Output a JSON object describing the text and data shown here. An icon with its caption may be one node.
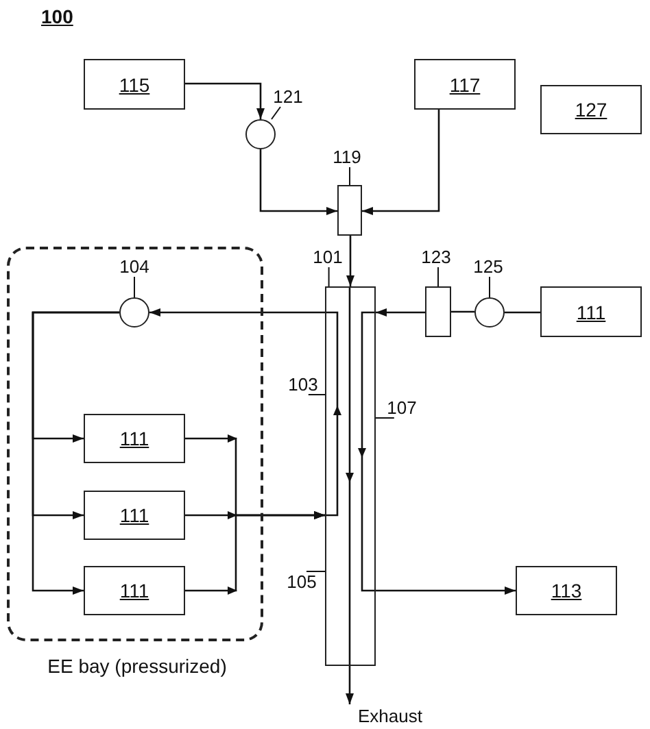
{
  "diagram": {
    "nodes": [
      {
        "text": [
          "115"
        ]
      },
      {
        "text": [
          "117"
        ]
      },
      {
        "text": [
          "127"
        ]
      },
      {
        "text": [
          "121"
        ]
      },
      {
        "text": [],
        "shape": "circle"
      },
      {
        "text": [
          "119"
        ]
      },
      {
        "text": [],
        "shape": "box"
      },
      {
        "text": [
          "101"
        ]
      },
      {
        "text": [
          "123"
        ]
      },
      {
        "text": [
          "125"
        ]
      },
      {
        "text": [],
        "shape": "box"
      },
      {
        "text": [],
        "shape": "box"
      },
      {
        "text": [],
        "shape": "circle"
      },
      {
        "text": [
          "111"
        ]
      },
      {
        "text": [],
        "shape": "box",
        "beside": [
          "EE bay (pressurized)"
        ]
      },
      {
        "text": [
          "104"
        ],
        "in": 14
      },
      {
        "text": [],
        "shape": "circle",
        "in": 14
      },
      {
        "text": [
          "103"
        ]
      },
      {
        "text": [
          "107"
        ]
      },
      {
        "text": [
          "111"
        ],
        "in": 14
      },
      {
        "text": [
          "111"
        ],
        "in": 14
      },
      {
        "text": [
          "111"
        ],
        "in": 14
      },
      {
        "text": [
          "105"
        ]
      },
      {
        "text": [
          "113"
        ]
      },
      {
        "text": [
          "Exhaust"
        ]
      }
    ],
    "edges": [
      {
        "from": 0,
        "to": 4,
        "arrow": "to"
      },
      {
        "from": 4,
        "to": 6,
        "arrow": "to"
      },
      {
        "from": 1,
        "to": 6,
        "arrow": "to"
      },
      {
        "from": 6,
        "to": 10,
        "arrow": "to"
      },
      {
        "from": 13,
        "to": 12,
        "arrow": "none"
      },
      {
        "from": 12,
        "to": 11,
        "arrow": "none"
      },
      {
        "from": 11,
        "to": 10,
        "arrow": "to"
      },
      {
        "from": 10,
        "to": 16,
        "arrow": "to"
      },
      {
        "from": 16,
        "to": 19,
        "arrow": "to"
      },
      {
        "from": 16,
        "to": 20,
        "arrow": "to"
      },
      {
        "from": 16,
        "to": 21,
        "arrow": "to"
      },
      {
        "from": 19,
        "to": 10,
        "arrow": "to"
      },
      {
        "from": 20,
        "to": 10,
        "arrow": "to"
      },
      {
        "from": 21,
        "to": 10,
        "arrow": "to"
      },
      {
        "from": 10,
        "to": 23,
        "arrow": "to"
      },
      {
        "from": 10,
        "to": 24,
        "arrow": "to"
      },
      {
        "from": 3,
        "to": 4,
        "arrow": "none"
      },
      {
        "from": 5,
        "to": 6,
        "arrow": "none"
      },
      {
        "from": 7,
        "to": 10,
        "arrow": "none"
      },
      {
        "from": 8,
        "to": 11,
        "arrow": "none"
      },
      {
        "from": 9,
        "to": 12,
        "arrow": "none"
      },
      {
        "from": 15,
        "to": 16,
        "arrow": "none"
      },
      {
        "from": 17,
        "to": 10,
        "arrow": "none"
      },
      {
        "from": 18,
        "to": 10,
        "arrow": "none"
      },
      {
        "from": 22,
        "to": 10,
        "arrow": "none"
      }
    ],
    "labels": [
      "100"
    ]
  }
}
